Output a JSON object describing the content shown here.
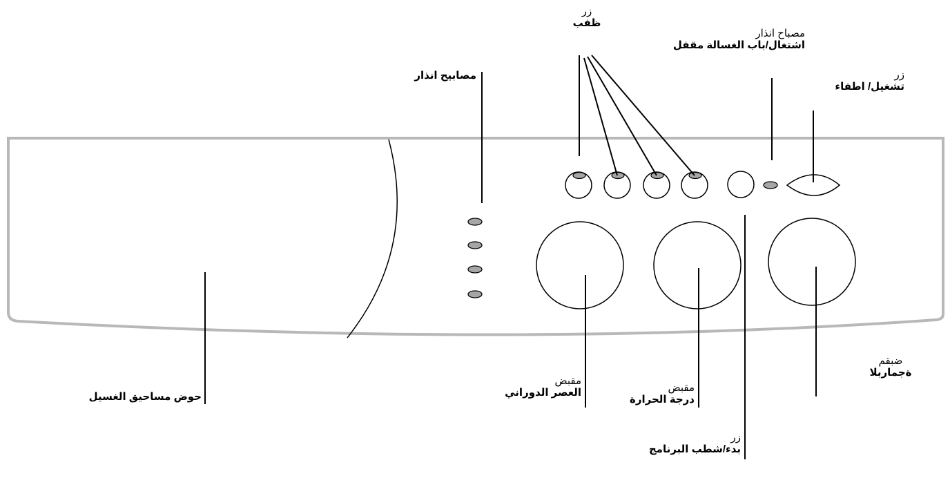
{
  "colors": {
    "panel_outline": "#b8b8b8",
    "line": "#000000",
    "lamp_fill": "#a6a6a6",
    "background": "#ffffff"
  },
  "labels": {
    "function_buttons_small": "زر",
    "function_buttons_big": "ظفب",
    "door_lock_lamp_small": "مصباح انذار",
    "door_lock_lamp_big": "اشتغال/باب الغسالة مقفل",
    "power_button_small": "زر",
    "power_button_big": "تشغيل/ اطفاء",
    "warning_lamps_big": "مصابيح انذار",
    "detergent_drawer_big": "حوض مساحيق الغسيل",
    "spin_knob_small": "مقبض",
    "spin_knob_big": "العصر الدوراني",
    "temperature_knob_small": "مقبض",
    "temperature_knob_big": "درجة الحرارة",
    "start_button_small": "زر",
    "start_button_big": "بدء/شطب البرنامج",
    "program_knob_small": "ضبقم",
    "program_knob_big": "ةجماربلا"
  }
}
